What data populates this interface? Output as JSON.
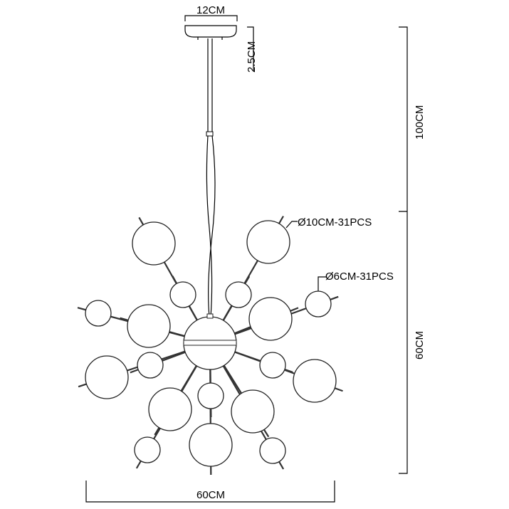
{
  "dimensions": {
    "canopy_width": "12CM",
    "canopy_height": "2.5CM",
    "drop_length": "100CM",
    "fixture_height": "60CM",
    "fixture_width": "60CM"
  },
  "callouts": {
    "large_globe": "Ø10CM-31PCS",
    "small_globe": "Ø6CM-31PCS"
  }
}
